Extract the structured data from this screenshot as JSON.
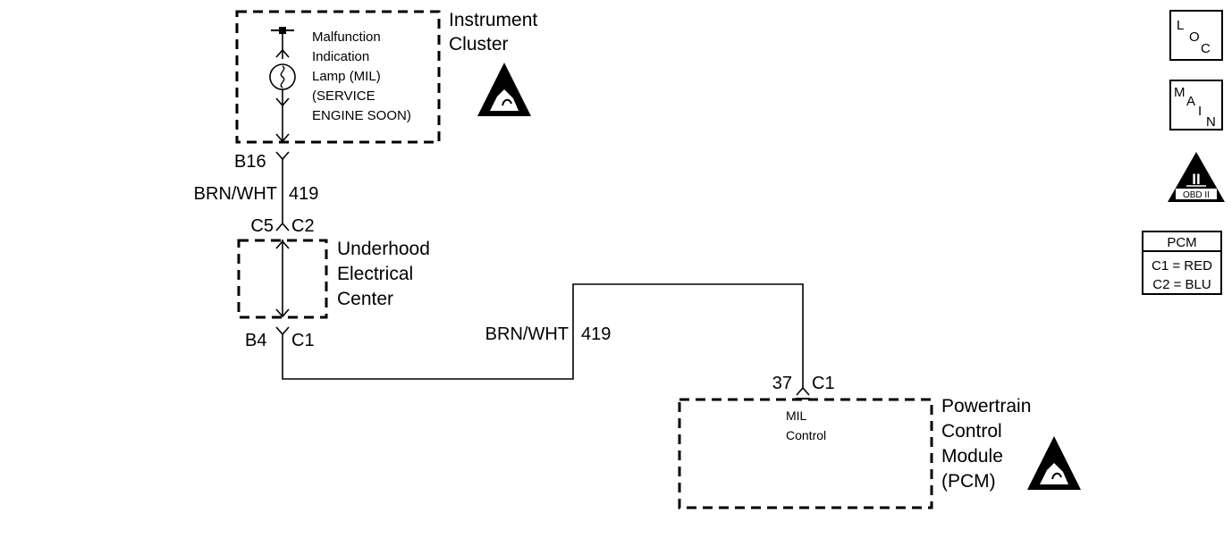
{
  "instrument_cluster": {
    "title_line1": "Instrument",
    "title_line2": "Cluster",
    "lamp_text": [
      "Malfunction",
      "Indication",
      "Lamp (MIL)",
      "(SERVICE",
      "ENGINE SOON)"
    ]
  },
  "connector_top": {
    "pin": "B16"
  },
  "wire_upper": {
    "color": "BRN/WHT",
    "circuit": "419"
  },
  "connector_mid": {
    "left": "C5",
    "right": "C2"
  },
  "underhood": {
    "title_line1": "Underhood",
    "title_line2": "Electrical",
    "title_line3": "Center"
  },
  "connector_bottom": {
    "pin": "B4",
    "conn": "C1"
  },
  "wire_lower": {
    "color": "BRN/WHT",
    "circuit": "419"
  },
  "pcm_connector": {
    "pin": "37",
    "conn": "C1"
  },
  "pcm": {
    "control_line1": "MIL",
    "control_line2": "Control",
    "title_line1": "Powertrain",
    "title_line2": "Control",
    "title_line3": "Module",
    "title_line4": "(PCM)"
  },
  "side_icons": {
    "loc": [
      "L",
      "O",
      "C"
    ],
    "main": [
      "M",
      "A",
      "I",
      "N"
    ],
    "obd": {
      "roman": "II",
      "label": "OBD II"
    }
  },
  "pcm_legend": {
    "title": "PCM",
    "row1": "C1 = RED",
    "row2": "C2 = BLU"
  }
}
